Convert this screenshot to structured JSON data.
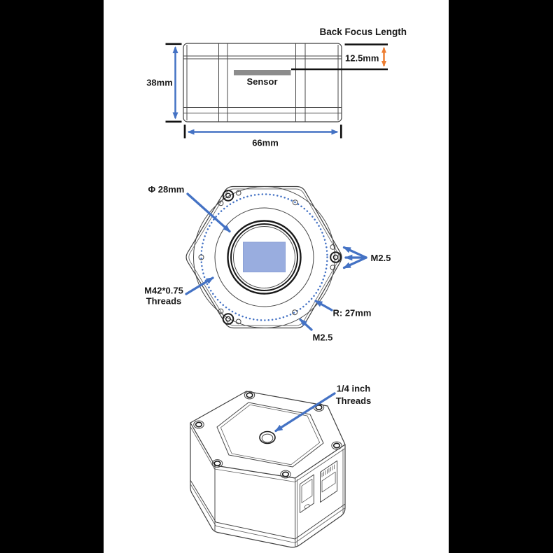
{
  "canvas": {
    "letterbox_color": "#000000",
    "content_background": "#ffffff"
  },
  "colors": {
    "dimension_blue": "#4472C4",
    "back_focus_orange": "#ED7D31",
    "drawing_line": "#3f3f3f",
    "sensor_bar_fill": "#8c8c8c",
    "sensor_area_fill": "#99ADDF",
    "sensor_area_stroke": "#809ED2"
  },
  "side_view": {
    "back_focus_label": "Back Focus Length",
    "back_focus_value": "12.5mm",
    "height_label": "38mm",
    "width_label": "66mm",
    "sensor_label": "Sensor"
  },
  "front_view": {
    "lens_diameter_label": "Φ 28mm",
    "thread_label_line1": "M42*0.75",
    "thread_label_line2": "Threads",
    "screw_label_right": "M2.5",
    "screw_label_bottom": "M2.5",
    "radius_label": "R: 27mm"
  },
  "iso_view": {
    "tripod_label_line1": "1/4 inch",
    "tripod_label_line2": "Threads"
  }
}
